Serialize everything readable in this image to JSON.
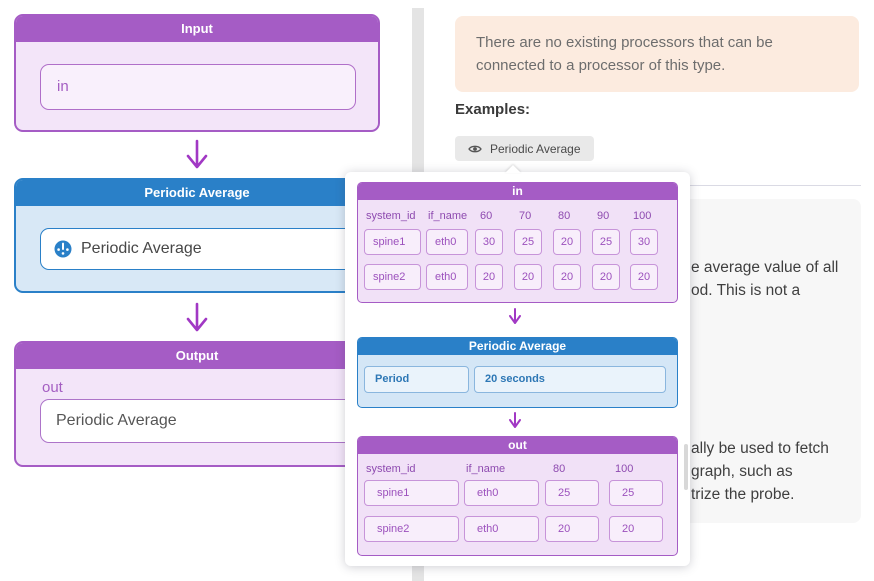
{
  "flow": {
    "input": {
      "title": "Input",
      "field_value": "in"
    },
    "processor": {
      "title": "Periodic Average",
      "field_value": "Periodic Average"
    },
    "output": {
      "title": "Output",
      "label": "out",
      "field_value": "Periodic Average"
    }
  },
  "right": {
    "alert_text": "There are no existing processors that can be connected to a processor of this type.",
    "examples_label": "Examples:",
    "example_button_label": "Periodic Average",
    "description_fragments": {
      "para1": [
        "e average value of all",
        "od. This is not a"
      ],
      "para2": [
        "ally be used to fetch",
        "graph, such as",
        "trize the probe."
      ]
    }
  },
  "popup": {
    "in_table": {
      "title": "in",
      "columns": [
        "system_id",
        "if_name",
        "60",
        "70",
        "80",
        "90",
        "100"
      ],
      "rows": [
        [
          "spine1",
          "eth0",
          "30",
          "25",
          "20",
          "25",
          "30"
        ],
        [
          "spine2",
          "eth0",
          "20",
          "20",
          "20",
          "20",
          "20"
        ]
      ]
    },
    "processor": {
      "title": "Periodic Average",
      "param_name": "Period",
      "param_value": "20 seconds"
    },
    "out_table": {
      "title": "out",
      "columns": [
        "system_id",
        "if_name",
        "80",
        "100"
      ],
      "rows": [
        [
          "spine1",
          "eth0",
          "25",
          "25"
        ],
        [
          "spine2",
          "eth0",
          "20",
          "20"
        ]
      ]
    }
  },
  "colors": {
    "purple": "#a55cc5",
    "blue": "#2a80c8",
    "arrow_purple": "#a138c4",
    "alert_bg": "#fcebdf",
    "panel_bg": "#f7f7f7",
    "chip_bg": "#e9e9e9"
  }
}
